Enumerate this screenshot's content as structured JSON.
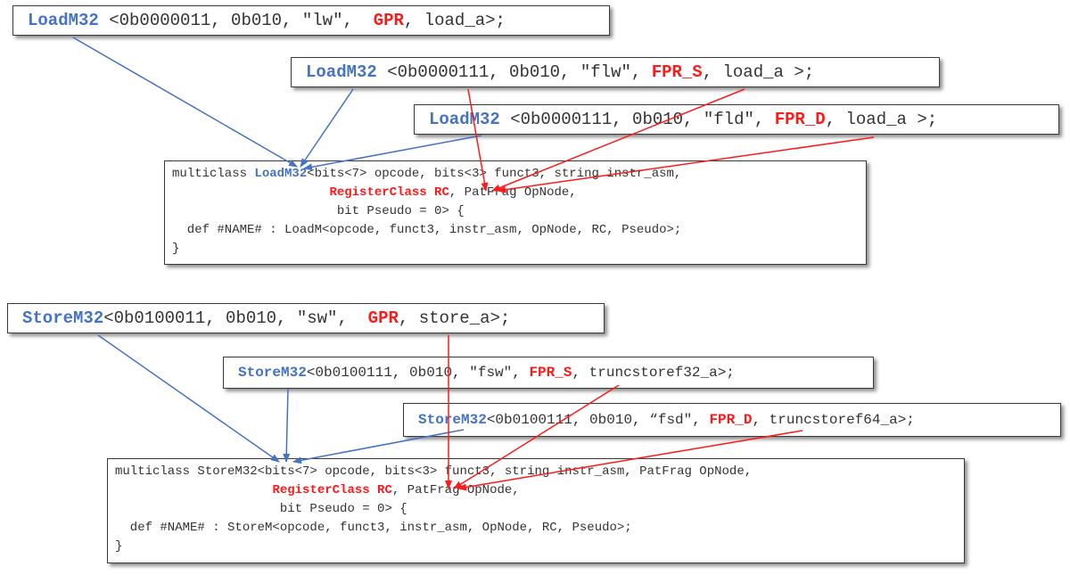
{
  "colors": {
    "blue": "#4472c4",
    "red": "#ff1a1a"
  },
  "load": {
    "instances": [
      {
        "name": "LoadM32",
        "args_pre": " <0b0000011, 0b010, \"lw\",  ",
        "reg": "GPR",
        "args_post": ", load_a>;"
      },
      {
        "name": "LoadM32",
        "args_pre": " <0b0000111, 0b010, \"flw\", ",
        "reg": "FPR_S",
        "args_post": ", load_a >;"
      },
      {
        "name": "LoadM32",
        "args_pre": " <0b0000111, 0b010, \"fld\", ",
        "reg": "FPR_D",
        "args_post": ", load_a >;"
      }
    ],
    "def": {
      "l1_pre": "multiclass ",
      "l1_name": "LoadM32",
      "l1_post": "<bits<7> opcode, bits<3> funct3, string instr_asm,",
      "l2_indent": "                     ",
      "l2_reg": "RegisterClass RC",
      "l2_post": ", PatFrag OpNode,",
      "l3": "                      bit Pseudo = 0> {",
      "l4": "  def #NAME# : LoadM<opcode, funct3, instr_asm, OpNode, RC, Pseudo>;",
      "l5": "}"
    }
  },
  "store": {
    "instances": [
      {
        "name": "StoreM32",
        "args_pre": "<0b0100011, 0b010, \"sw\",  ",
        "reg": "GPR",
        "args_post": ", store_a>;"
      },
      {
        "name": "StoreM32",
        "args_pre": "<0b0100111, 0b010, \"fsw\", ",
        "reg": "FPR_S",
        "args_post": ", truncstoref32_a>;"
      },
      {
        "name": "StoreM32",
        "args_pre": "<0b0100111, 0b010, “fsd\", ",
        "reg": "FPR_D",
        "args_post": ", truncstoref64_a>;"
      }
    ],
    "def": {
      "l1": "multiclass StoreM32<bits<7> opcode, bits<3> funct3, string instr_asm, PatFrag OpNode,",
      "l2_indent": "                     ",
      "l2_reg": "RegisterClass RC",
      "l2_post": ", PatFrag OpNode,",
      "l3": "                      bit Pseudo = 0> {",
      "l4": "  def #NAME# : StoreM<opcode, funct3, instr_asm, OpNode, RC, Pseudo>;",
      "l5": "}"
    }
  }
}
